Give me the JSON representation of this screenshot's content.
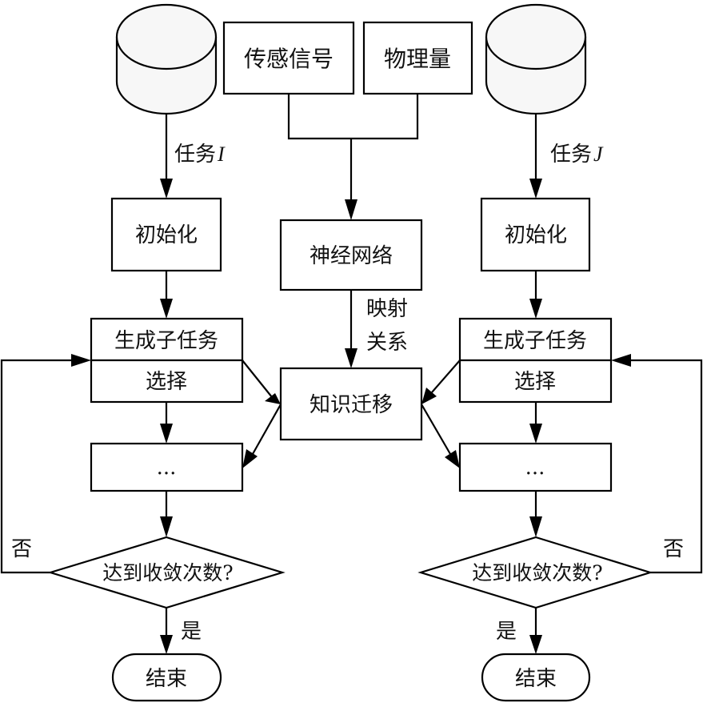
{
  "diagram": {
    "inputs": {
      "sensor_signal": "传感信号",
      "physical_quantity": "物理量"
    },
    "neural_network": "神经网络",
    "mapping_label_line1": "映射",
    "mapping_label_line2": "关系",
    "knowledge_transfer": "知识迁移",
    "left": {
      "task_label": "任务",
      "task_var": "I",
      "init": "初始化",
      "generate_subtask": "生成子任务",
      "select": "选择",
      "ellipsis": "...",
      "decision": "达到收敛次数?",
      "no_label": "否",
      "yes_label": "是",
      "end": "结束"
    },
    "right": {
      "task_label": "任务",
      "task_var": "J",
      "init": "初始化",
      "generate_subtask": "生成子任务",
      "select": "选择",
      "ellipsis": "...",
      "decision": "达到收敛次数?",
      "no_label": "否",
      "yes_label": "是",
      "end": "结束"
    }
  }
}
